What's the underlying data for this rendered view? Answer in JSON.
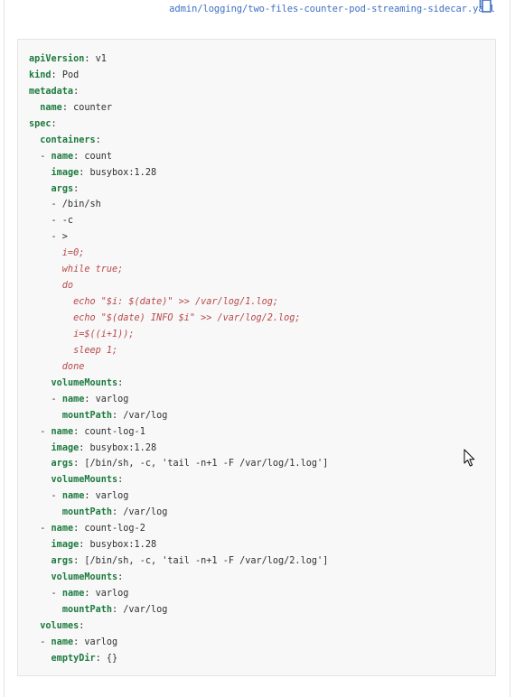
{
  "file_link": "admin/logging/two-files-counter-pod-streaming-sidecar.yaml",
  "icons": {
    "copy": "copy-icon",
    "cursor": "mouse-cursor-icon"
  },
  "colors": {
    "key": "#1b7a3d",
    "string": "#b8484a",
    "link": "#3e70c2",
    "code_bg": "#f8f8f8"
  },
  "code_lines": [
    [
      {
        "t": "apiVersion",
        "c": "k"
      },
      {
        "t": ": v1",
        "c": "v"
      }
    ],
    [
      {
        "t": "kind",
        "c": "k"
      },
      {
        "t": ": Pod",
        "c": "v"
      }
    ],
    [
      {
        "t": "metadata",
        "c": "k"
      },
      {
        "t": ":",
        "c": "v"
      }
    ],
    [
      {
        "t": "  ",
        "c": "v"
      },
      {
        "t": "name",
        "c": "k"
      },
      {
        "t": ": counter",
        "c": "v"
      }
    ],
    [
      {
        "t": "spec",
        "c": "k"
      },
      {
        "t": ":",
        "c": "v"
      }
    ],
    [
      {
        "t": "  ",
        "c": "v"
      },
      {
        "t": "containers",
        "c": "k"
      },
      {
        "t": ":",
        "c": "v"
      }
    ],
    [
      {
        "t": "  - ",
        "c": "v"
      },
      {
        "t": "name",
        "c": "k"
      },
      {
        "t": ": count",
        "c": "v"
      }
    ],
    [
      {
        "t": "    ",
        "c": "v"
      },
      {
        "t": "image",
        "c": "k"
      },
      {
        "t": ": busybox:1.28",
        "c": "v"
      }
    ],
    [
      {
        "t": "    ",
        "c": "v"
      },
      {
        "t": "args",
        "c": "k"
      },
      {
        "t": ":",
        "c": "v"
      }
    ],
    [
      {
        "t": "    - /bin/sh",
        "c": "v"
      }
    ],
    [
      {
        "t": "    - -c",
        "c": "v"
      }
    ],
    [
      {
        "t": "    - >",
        "c": "v"
      }
    ],
    [
      {
        "t": "      i=0;",
        "c": "s"
      }
    ],
    [
      {
        "t": "      while true;",
        "c": "s"
      }
    ],
    [
      {
        "t": "      do",
        "c": "s"
      }
    ],
    [
      {
        "t": "        echo \"$i: $(date)\" >> /var/log/1.log;",
        "c": "s"
      }
    ],
    [
      {
        "t": "        echo \"$(date) INFO $i\" >> /var/log/2.log;",
        "c": "s"
      }
    ],
    [
      {
        "t": "        i=$((i+1));",
        "c": "s"
      }
    ],
    [
      {
        "t": "        sleep 1;",
        "c": "s"
      }
    ],
    [
      {
        "t": "      done",
        "c": "s"
      }
    ],
    [
      {
        "t": "    ",
        "c": "v"
      },
      {
        "t": "volumeMounts",
        "c": "k"
      },
      {
        "t": ":",
        "c": "v"
      }
    ],
    [
      {
        "t": "    - ",
        "c": "v"
      },
      {
        "t": "name",
        "c": "k"
      },
      {
        "t": ": varlog",
        "c": "v"
      }
    ],
    [
      {
        "t": "      ",
        "c": "v"
      },
      {
        "t": "mountPath",
        "c": "k"
      },
      {
        "t": ": /var/log",
        "c": "v"
      }
    ],
    [
      {
        "t": "  - ",
        "c": "v"
      },
      {
        "t": "name",
        "c": "k"
      },
      {
        "t": ": count-log-1",
        "c": "v"
      }
    ],
    [
      {
        "t": "    ",
        "c": "v"
      },
      {
        "t": "image",
        "c": "k"
      },
      {
        "t": ": busybox:1.28",
        "c": "v"
      }
    ],
    [
      {
        "t": "    ",
        "c": "v"
      },
      {
        "t": "args",
        "c": "k"
      },
      {
        "t": ": [/bin/sh, -c, 'tail -n+1 -F /var/log/1.log']",
        "c": "v"
      }
    ],
    [
      {
        "t": "    ",
        "c": "v"
      },
      {
        "t": "volumeMounts",
        "c": "k"
      },
      {
        "t": ":",
        "c": "v"
      }
    ],
    [
      {
        "t": "    - ",
        "c": "v"
      },
      {
        "t": "name",
        "c": "k"
      },
      {
        "t": ": varlog",
        "c": "v"
      }
    ],
    [
      {
        "t": "      ",
        "c": "v"
      },
      {
        "t": "mountPath",
        "c": "k"
      },
      {
        "t": ": /var/log",
        "c": "v"
      }
    ],
    [
      {
        "t": "  - ",
        "c": "v"
      },
      {
        "t": "name",
        "c": "k"
      },
      {
        "t": ": count-log-2",
        "c": "v"
      }
    ],
    [
      {
        "t": "    ",
        "c": "v"
      },
      {
        "t": "image",
        "c": "k"
      },
      {
        "t": ": busybox:1.28",
        "c": "v"
      }
    ],
    [
      {
        "t": "    ",
        "c": "v"
      },
      {
        "t": "args",
        "c": "k"
      },
      {
        "t": ": [/bin/sh, -c, 'tail -n+1 -F /var/log/2.log']",
        "c": "v"
      }
    ],
    [
      {
        "t": "    ",
        "c": "v"
      },
      {
        "t": "volumeMounts",
        "c": "k"
      },
      {
        "t": ":",
        "c": "v"
      }
    ],
    [
      {
        "t": "    - ",
        "c": "v"
      },
      {
        "t": "name",
        "c": "k"
      },
      {
        "t": ": varlog",
        "c": "v"
      }
    ],
    [
      {
        "t": "      ",
        "c": "v"
      },
      {
        "t": "mountPath",
        "c": "k"
      },
      {
        "t": ": /var/log",
        "c": "v"
      }
    ],
    [
      {
        "t": "  ",
        "c": "v"
      },
      {
        "t": "volumes",
        "c": "k"
      },
      {
        "t": ":",
        "c": "v"
      }
    ],
    [
      {
        "t": "  - ",
        "c": "v"
      },
      {
        "t": "name",
        "c": "k"
      },
      {
        "t": ": varlog",
        "c": "v"
      }
    ],
    [
      {
        "t": "    ",
        "c": "v"
      },
      {
        "t": "emptyDir",
        "c": "k"
      },
      {
        "t": ": {}",
        "c": "v"
      }
    ]
  ]
}
